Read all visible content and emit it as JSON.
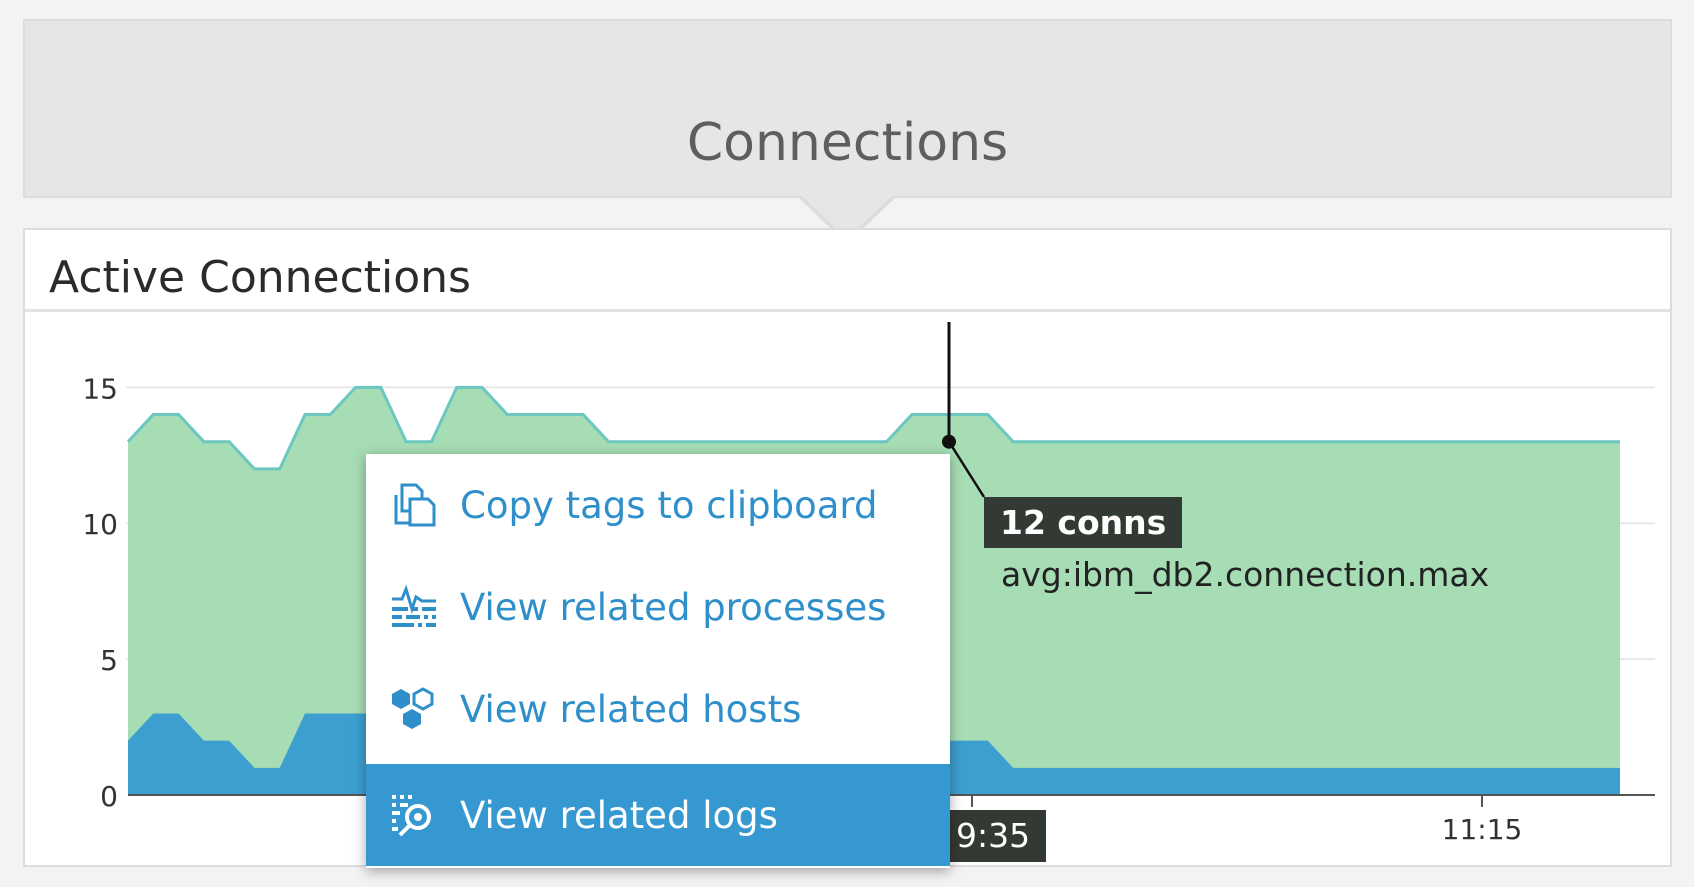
{
  "group": {
    "title": "Connections"
  },
  "widget": {
    "title": "Active Connections"
  },
  "tooltip": {
    "value_label": "12 conns",
    "metric": "avg:ibm_db2.connection.max",
    "time_label": "9:35"
  },
  "context_menu": {
    "items": [
      {
        "label": "Copy tags to clipboard",
        "icon": "copy-tags-icon"
      },
      {
        "label": "View related processes",
        "icon": "processes-icon"
      },
      {
        "label": "View related hosts",
        "icon": "hosts-icon"
      },
      {
        "label": "View related logs",
        "icon": "logs-icon",
        "active": true
      }
    ]
  },
  "colors": {
    "area_total": "#a7ddb5",
    "area_total_line": "#6cc7c0",
    "area_small": "#3d9fd0",
    "menu_text": "#2e8fcb",
    "menu_active_bg": "#3598d0",
    "tooltip_bg": "#333a33"
  },
  "chart_data": {
    "type": "area",
    "ylim": [
      0,
      17
    ],
    "yticks": [
      0,
      5,
      10,
      15
    ],
    "xticks": [
      "9:35",
      "11:15"
    ],
    "grid": true,
    "series": [
      {
        "values": [
          13,
          14,
          14,
          13,
          13,
          12,
          12,
          14,
          14,
          15,
          15,
          13,
          13,
          15,
          15,
          14,
          14,
          14,
          14,
          13,
          13,
          13,
          13,
          13,
          13,
          13,
          13,
          13,
          13,
          13,
          13,
          14,
          14,
          14,
          14,
          13,
          13,
          13,
          13,
          13,
          13,
          13,
          13,
          13,
          13,
          13,
          13,
          13,
          13,
          13,
          13,
          13,
          13,
          13,
          13,
          13,
          13,
          13,
          13,
          13
        ]
      },
      {
        "values": [
          2,
          3,
          3,
          2,
          2,
          1,
          1,
          3,
          3,
          3,
          3,
          3,
          3,
          3,
          3,
          3,
          3,
          3,
          3,
          3,
          3,
          3,
          3,
          3,
          3,
          3,
          3,
          3,
          3,
          3,
          1,
          2,
          2,
          2,
          2,
          1,
          1,
          1,
          1,
          1,
          1,
          1,
          1,
          1,
          1,
          1,
          1,
          1,
          1,
          1,
          1,
          1,
          1,
          1,
          1,
          1,
          1,
          1,
          1,
          1
        ]
      }
    ]
  }
}
